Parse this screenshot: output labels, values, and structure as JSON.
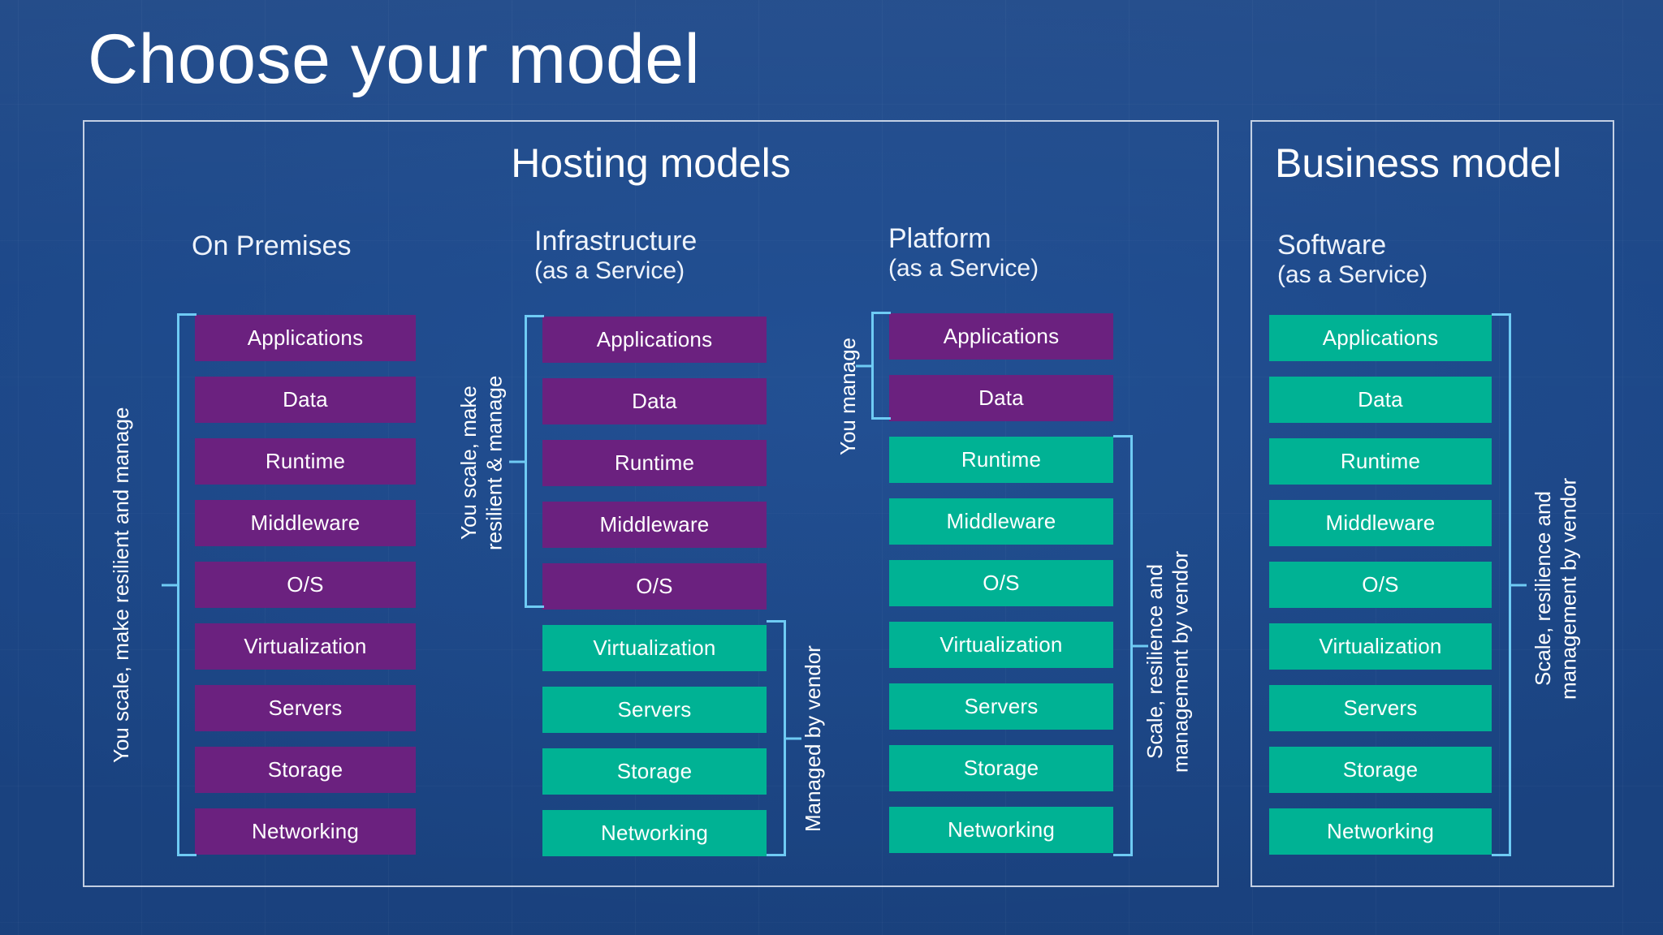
{
  "title": "Choose your model",
  "panels": {
    "hosting": {
      "title": "Hosting models"
    },
    "business": {
      "title": "Business model"
    }
  },
  "layer_names": {
    "applications": "Applications",
    "data": "Data",
    "runtime": "Runtime",
    "middleware": "Middleware",
    "os": "O/S",
    "virtualization": "Virtualization",
    "servers": "Servers",
    "storage": "Storage",
    "networking": "Networking"
  },
  "colors": {
    "background": "#1b4585",
    "you_manage": "#6b217f",
    "vendor_manages": "#00b294",
    "bracket": "#6fcbf4",
    "panel_border": "#e8eef8",
    "text": "#ffffff"
  },
  "columns": [
    {
      "id": "on-premises",
      "name": "On Premises",
      "subtitle": "",
      "layers": [
        {
          "label": "Applications",
          "owner": "purple"
        },
        {
          "label": "Data",
          "owner": "purple"
        },
        {
          "label": "Runtime",
          "owner": "purple"
        },
        {
          "label": "Middleware",
          "owner": "purple"
        },
        {
          "label": "O/S",
          "owner": "purple"
        },
        {
          "label": "Virtualization",
          "owner": "purple"
        },
        {
          "label": "Servers",
          "owner": "purple"
        },
        {
          "label": "Storage",
          "owner": "purple"
        },
        {
          "label": "Networking",
          "owner": "purple"
        }
      ],
      "captions": [
        {
          "side": "left",
          "text": "You scale, make resilient and manage",
          "spans": "Applications–Networking"
        }
      ]
    },
    {
      "id": "infrastructure",
      "name": "Infrastructure",
      "subtitle": "(as a Service)",
      "layers": [
        {
          "label": "Applications",
          "owner": "purple"
        },
        {
          "label": "Data",
          "owner": "purple"
        },
        {
          "label": "Runtime",
          "owner": "purple"
        },
        {
          "label": "Middleware",
          "owner": "purple"
        },
        {
          "label": "O/S",
          "owner": "purple"
        },
        {
          "label": "Virtualization",
          "owner": "teal"
        },
        {
          "label": "Servers",
          "owner": "teal"
        },
        {
          "label": "Storage",
          "owner": "teal"
        },
        {
          "label": "Networking",
          "owner": "teal"
        }
      ],
      "captions": [
        {
          "side": "left",
          "text": "You scale, make\nresilient & manage",
          "spans": "Applications–O/S"
        },
        {
          "side": "right",
          "text": "Managed by vendor",
          "spans": "Virtualization–Networking"
        }
      ]
    },
    {
      "id": "platform",
      "name": "Platform",
      "subtitle": "(as a Service)",
      "layers": [
        {
          "label": "Applications",
          "owner": "purple"
        },
        {
          "label": "Data",
          "owner": "purple"
        },
        {
          "label": "Runtime",
          "owner": "teal"
        },
        {
          "label": "Middleware",
          "owner": "teal"
        },
        {
          "label": "O/S",
          "owner": "teal"
        },
        {
          "label": "Virtualization",
          "owner": "teal"
        },
        {
          "label": "Servers",
          "owner": "teal"
        },
        {
          "label": "Storage",
          "owner": "teal"
        },
        {
          "label": "Networking",
          "owner": "teal"
        }
      ],
      "captions": [
        {
          "side": "left",
          "text": "You manage",
          "spans": "Applications–Data"
        },
        {
          "side": "right",
          "text": "Scale, resilience and\nmanagement by vendor",
          "spans": "Runtime–Networking"
        }
      ]
    },
    {
      "id": "software",
      "name": "Software",
      "subtitle": "(as a Service)",
      "layers": [
        {
          "label": "Applications",
          "owner": "teal"
        },
        {
          "label": "Data",
          "owner": "teal"
        },
        {
          "label": "Runtime",
          "owner": "teal"
        },
        {
          "label": "Middleware",
          "owner": "teal"
        },
        {
          "label": "O/S",
          "owner": "teal"
        },
        {
          "label": "Virtualization",
          "owner": "teal"
        },
        {
          "label": "Servers",
          "owner": "teal"
        },
        {
          "label": "Storage",
          "owner": "teal"
        },
        {
          "label": "Networking",
          "owner": "teal"
        }
      ],
      "captions": [
        {
          "side": "right",
          "text": "Scale, resilience and\nmanagement by vendor",
          "spans": "Applications–Networking"
        }
      ]
    }
  ]
}
